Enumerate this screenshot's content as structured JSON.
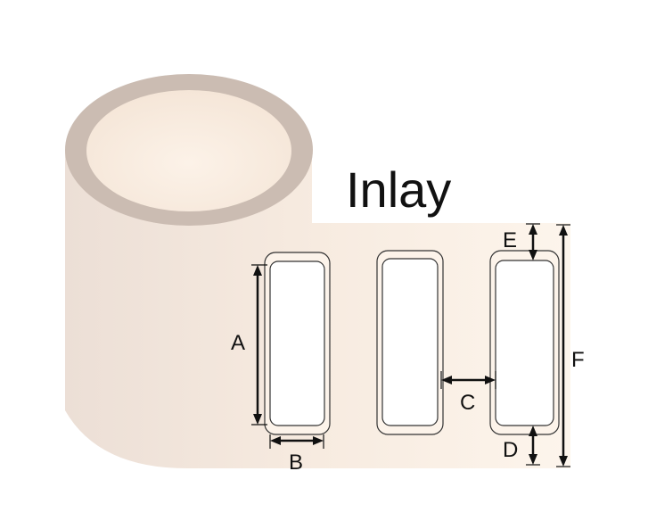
{
  "title": "Inlay",
  "dimensions": {
    "A": "A",
    "B": "B",
    "C": "C",
    "D": "D",
    "E": "E",
    "F": "F"
  },
  "colors": {
    "roll_rim": "#cbbcb2",
    "roll_body": "#efe2d8",
    "strip": "#fbf1e6",
    "label_fill": "#ffffff",
    "line": "#222222"
  }
}
